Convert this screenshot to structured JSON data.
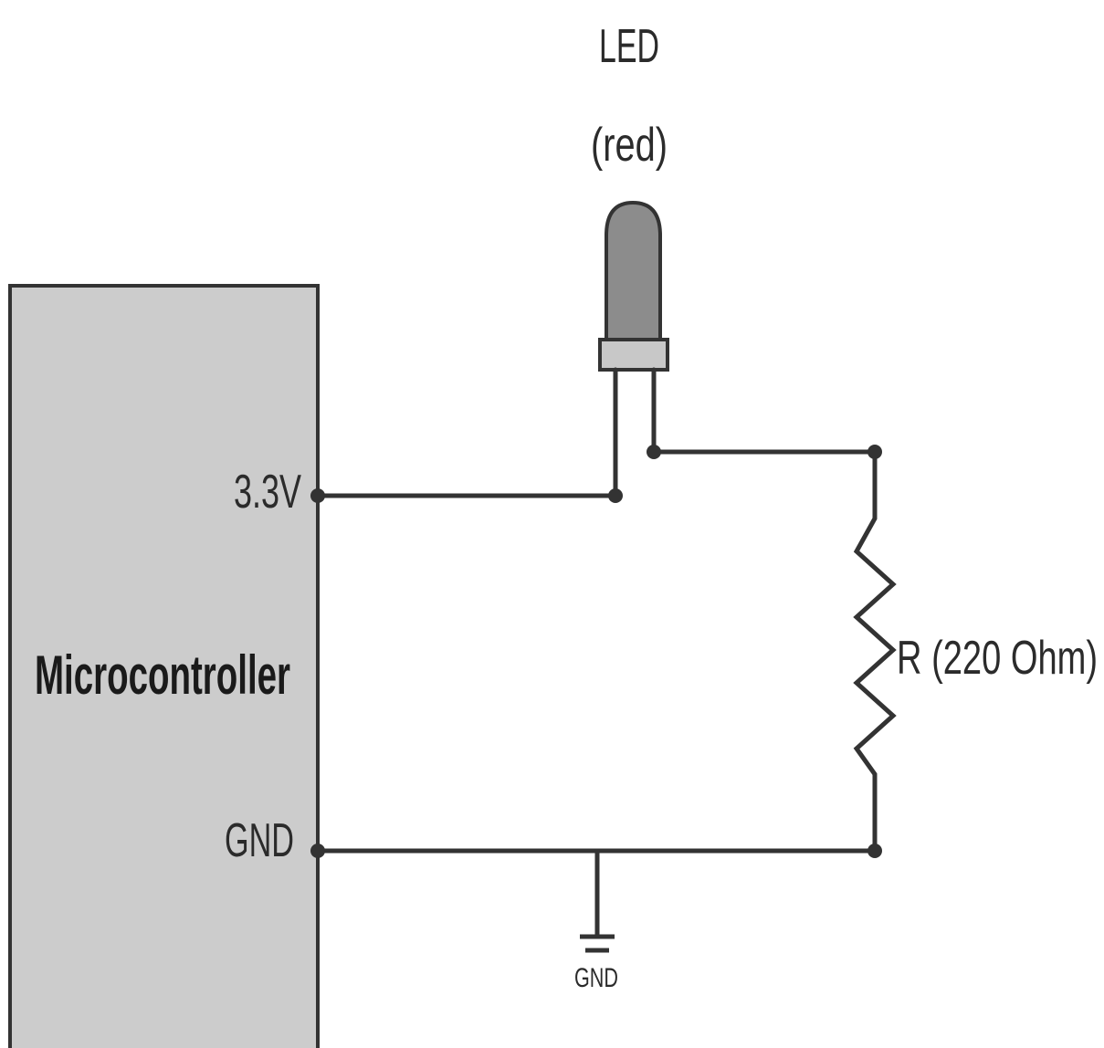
{
  "labels": {
    "led_title": "LED",
    "led_color": "(red)",
    "mcu_name": "Microcontroller",
    "pin_power": "3.3V",
    "pin_ground": "GND",
    "resistor": "R (220 Ohm)",
    "ground_symbol": "GND"
  },
  "colors": {
    "mcu_fill": "#cccccc",
    "led_body": "#8c8c8c",
    "led_base": "#c8c8c8",
    "wire": "#333333",
    "text": "#2b2b2b"
  }
}
